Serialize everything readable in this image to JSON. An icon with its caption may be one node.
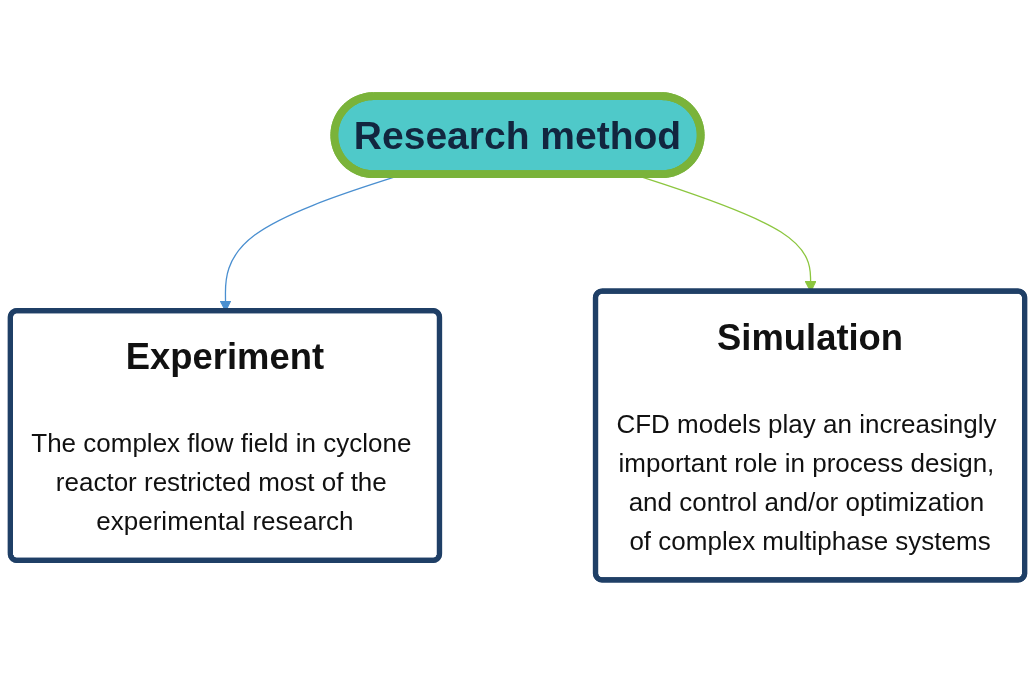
{
  "diagram": {
    "nodes": [
      {
        "text": [
          "Research method"
        ]
      },
      {
        "text": [
          "Experiment",
          "The complex flow field in cyclone reactor restricted most of the experimental research"
        ]
      },
      {
        "text": [
          "Simulation",
          "CFD models play an increasingly important role in process design, and control and/or optimization of complex multiphase systems"
        ]
      }
    ],
    "edges": [
      {
        "from": 0,
        "to": 1,
        "arrow": "to",
        "color": "#4a8fd0"
      },
      {
        "from": 0,
        "to": 2,
        "arrow": "to",
        "color": "#8cc63f"
      }
    ]
  }
}
